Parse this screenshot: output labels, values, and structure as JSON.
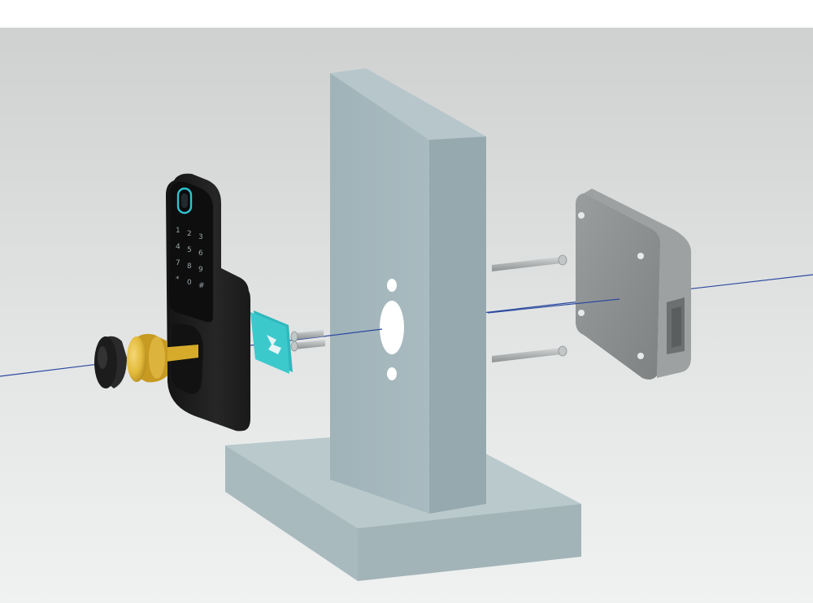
{
  "scene": {
    "description_visible_text": "",
    "colors": {
      "background_top": "#cfd1d1",
      "background_bottom": "#f0f1f1",
      "door_front": "#a7b9be",
      "door_side": "#95a9ae",
      "door_top": "#b6c6ca",
      "base_top": "#b9c9cc",
      "base_front": "#a2b4b8",
      "lock_body": "#1e1e1e",
      "keypad_digit": "#9aa4a8",
      "fingerprint_ring": "#2ec4d0",
      "brass_cylinder": "#e2b93b",
      "mounting_plate": "#3cc9cc",
      "rear_housing": "#8c8f90",
      "screw": "#b7babb",
      "axis_line": "#2c4a9e"
    },
    "keypad": {
      "digits": [
        "1",
        "2",
        "3",
        "4",
        "5",
        "6",
        "7",
        "8",
        "9",
        "*",
        "0",
        "#"
      ]
    },
    "icons": [
      "fingerprint-sensor-icon"
    ]
  }
}
